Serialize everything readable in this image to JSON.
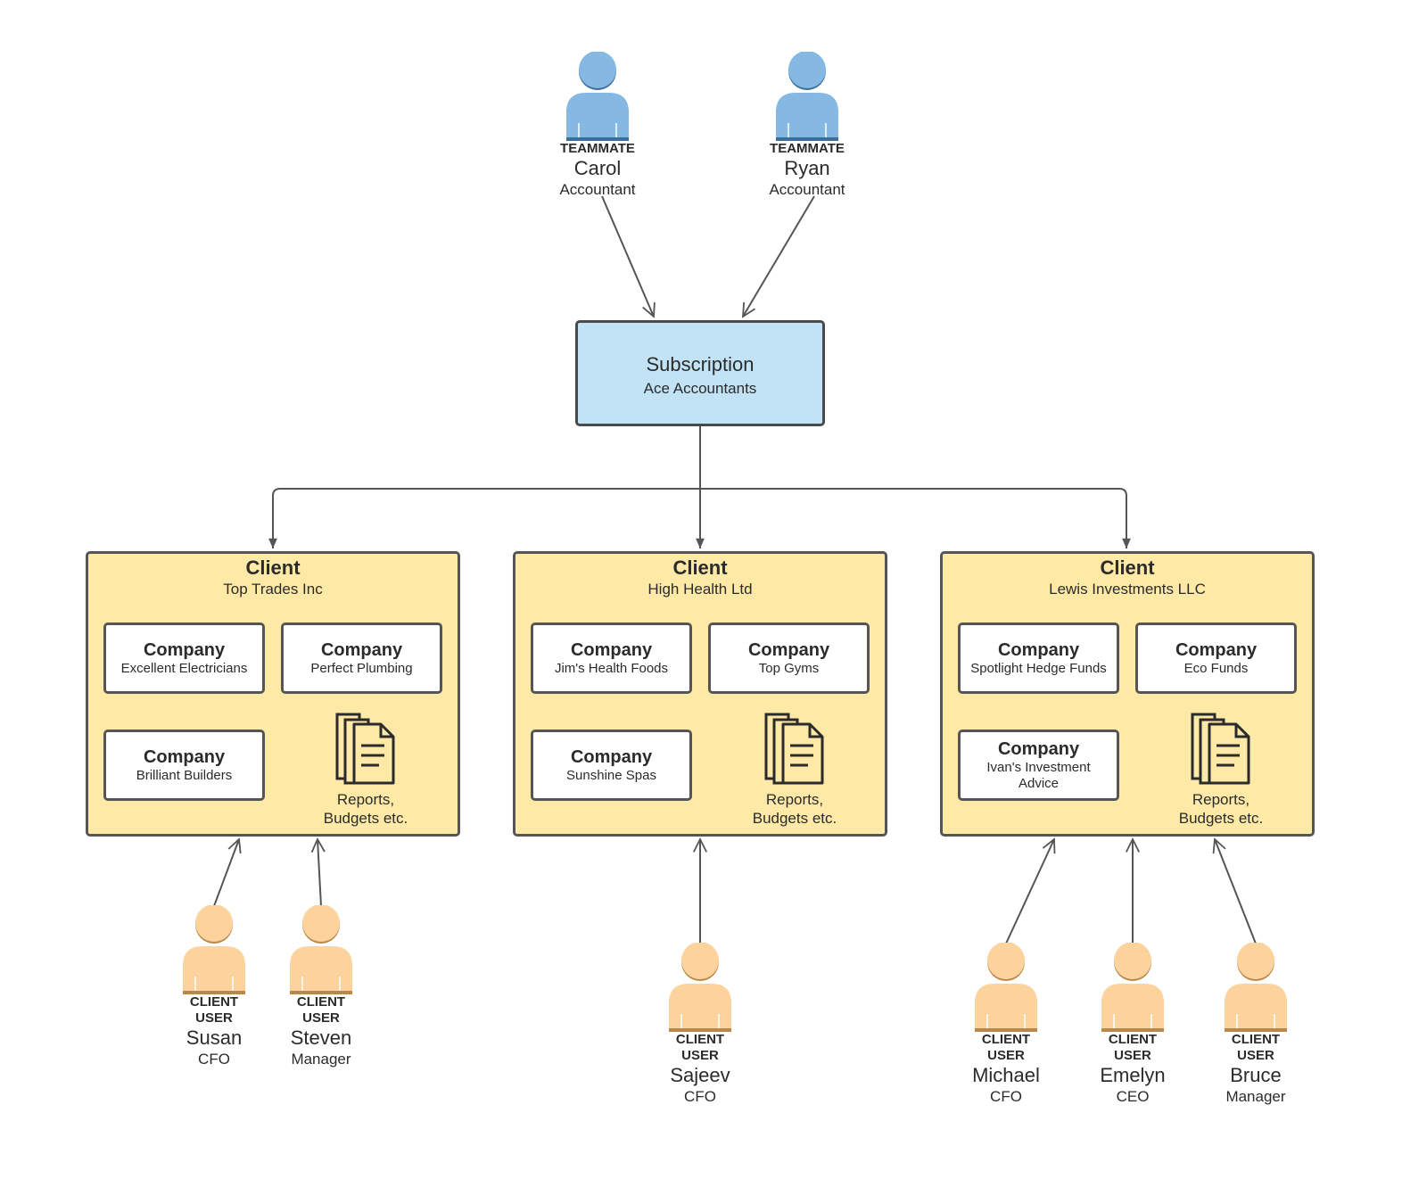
{
  "teammates": [
    {
      "role": "TEAMMATE",
      "name": "Carol",
      "title": "Accountant"
    },
    {
      "role": "TEAMMATE",
      "name": "Ryan",
      "title": "Accountant"
    }
  ],
  "subscription": {
    "title": "Subscription",
    "name": "Ace Accountants"
  },
  "clients": [
    {
      "heading": "Client",
      "name": "Top Trades Inc",
      "companies": [
        {
          "heading": "Company",
          "name": "Excellent Electricians"
        },
        {
          "heading": "Company",
          "name": "Perfect Plumbing"
        },
        {
          "heading": "Company",
          "name": "Brilliant Builders"
        }
      ],
      "reports_label": "Reports,\nBudgets etc."
    },
    {
      "heading": "Client",
      "name": "High Health Ltd",
      "companies": [
        {
          "heading": "Company",
          "name": "Jim's Health Foods"
        },
        {
          "heading": "Company",
          "name": "Top Gyms"
        },
        {
          "heading": "Company",
          "name": "Sunshine Spas"
        }
      ],
      "reports_label": "Reports,\nBudgets etc."
    },
    {
      "heading": "Client",
      "name": "Lewis Investments LLC",
      "companies": [
        {
          "heading": "Company",
          "name": "Spotlight Hedge Funds"
        },
        {
          "heading": "Company",
          "name": "Eco Funds"
        },
        {
          "heading": "Company",
          "name": "Ivan's Investment Advice"
        }
      ],
      "reports_label": "Reports,\nBudgets etc."
    }
  ],
  "client_users": [
    {
      "role": "CLIENT\nUSER",
      "name": "Susan",
      "title": "CFO"
    },
    {
      "role": "CLIENT\nUSER",
      "name": "Steven",
      "title": "Manager"
    },
    {
      "role": "CLIENT\nUSER",
      "name": "Sajeev",
      "title": "CFO"
    },
    {
      "role": "CLIENT\nUSER",
      "name": "Michael",
      "title": "CFO"
    },
    {
      "role": "CLIENT\nUSER",
      "name": "Emelyn",
      "title": "CEO"
    },
    {
      "role": "CLIENT\nUSER",
      "name": "Bruce",
      "title": "Manager"
    }
  ],
  "colors": {
    "teammate": "#85b8e2",
    "teammate_shadow": "#3a6f9a",
    "client_user": "#fcd39d",
    "client_user_shadow": "#b8884a",
    "subscription_fill": "#c2e3f6",
    "client_fill": "#feeaa6",
    "line": "#555555"
  }
}
